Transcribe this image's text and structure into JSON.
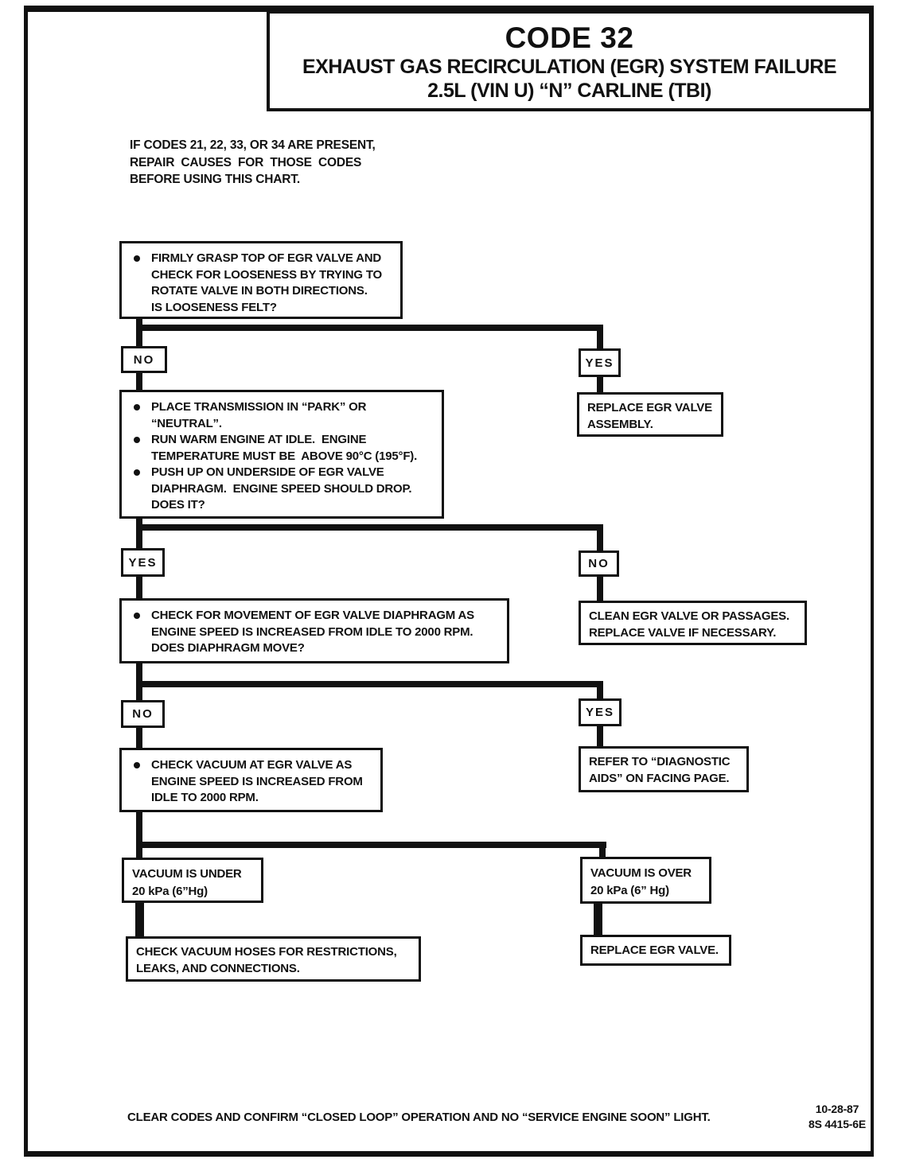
{
  "colors": {
    "ink": "#111111",
    "paper": "#ffffff"
  },
  "header": {
    "code": "CODE 32",
    "line1": "EXHAUST GAS RECIRCULATION (EGR) SYSTEM FAILURE",
    "line2": "2.5L  (VIN U)  “N”  CARLINE  (TBI)"
  },
  "intro": "IF CODES 21, 22, 33, OR 34 ARE PRESENT,\nREPAIR  CAUSES  FOR  THOSE  CODES\nBEFORE USING THIS CHART.",
  "labels": {
    "yes": "YES",
    "no": "NO"
  },
  "flowchart": {
    "step1": {
      "bullets": [
        "FIRMLY GRASP TOP OF EGR VALVE AND\nCHECK FOR LOOSENESS BY TRYING TO\nROTATE VALVE IN BOTH DIRECTIONS.\nIS LOOSENESS FELT?"
      ]
    },
    "replace_assembly": "REPLACE EGR VALVE\nASSEMBLY.",
    "step2": {
      "bullets": [
        "PLACE TRANSMISSION IN “PARK” OR\n“NEUTRAL”.",
        "RUN WARM ENGINE AT IDLE.  ENGINE\nTEMPERATURE MUST BE  ABOVE 90°C (195°F).",
        "PUSH UP ON UNDERSIDE OF EGR VALVE\nDIAPHRAGM.  ENGINE SPEED SHOULD DROP.\nDOES IT?"
      ]
    },
    "clean_valve": "CLEAN EGR VALVE OR PASSAGES.\nREPLACE VALVE IF NECESSARY.",
    "step3": {
      "bullets": [
        "CHECK FOR MOVEMENT OF EGR VALVE DIAPHRAGM AS\nENGINE SPEED IS INCREASED FROM IDLE TO 2000 RPM.\nDOES DIAPHRAGM MOVE?"
      ]
    },
    "refer_aids": "REFER TO “DIAGNOSTIC\nAIDS” ON FACING PAGE.",
    "step4": {
      "bullets": [
        "CHECK VACUUM AT EGR VALVE AS\nENGINE SPEED IS INCREASED FROM\nIDLE TO 2000 RPM."
      ]
    },
    "vacuum_under": "VACUUM IS UNDER\n20 kPa (6”Hg)",
    "vacuum_over": "VACUUM IS OVER\n20 kPa (6” Hg)",
    "check_hoses": "CHECK VACUUM HOSES FOR RESTRICTIONS,\nLEAKS, AND CONNECTIONS.",
    "replace_valve": "REPLACE EGR VALVE."
  },
  "footer": {
    "note": "CLEAR CODES AND CONFIRM “CLOSED LOOP” OPERATION AND NO “SERVICE ENGINE SOON” LIGHT.",
    "date": "10-28-87",
    "doc_number": "8S 4415-6E"
  }
}
